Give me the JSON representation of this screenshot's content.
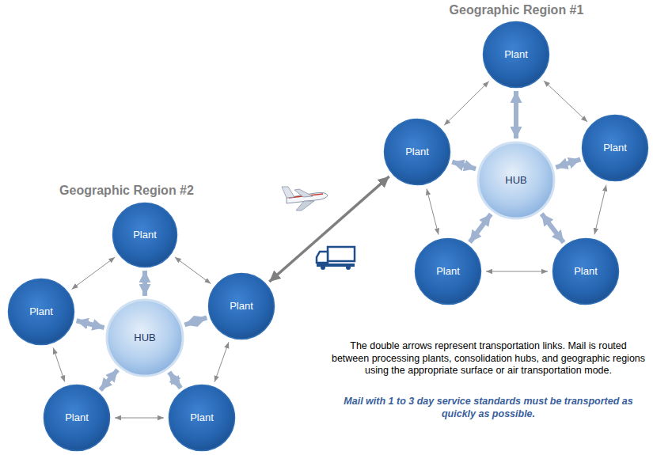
{
  "diagram": {
    "nodes": [
      {
        "text": [
          "Plant"
        ]
      },
      {
        "text": [
          "Plant"
        ]
      },
      {
        "text": [
          "HUB"
        ]
      },
      {
        "text": [
          "Plant"
        ]
      },
      {
        "text": [
          "Plant"
        ]
      },
      {
        "text": [
          "Plant"
        ]
      },
      {
        "text": [
          "Plant"
        ]
      },
      {
        "text": [
          "Plant"
        ]
      },
      {
        "text": [
          "HUB"
        ]
      },
      {
        "text": [
          "Plant"
        ]
      },
      {
        "text": [
          "Plant"
        ]
      },
      {
        "text": [
          "Plant"
        ]
      }
    ],
    "edges": [
      {
        "from": 2,
        "to": 0,
        "arrow": "both"
      },
      {
        "from": 2,
        "to": 1,
        "arrow": "both"
      },
      {
        "from": 2,
        "to": 3,
        "arrow": "both"
      },
      {
        "from": 2,
        "to": 4,
        "arrow": "both"
      },
      {
        "from": 2,
        "to": 5,
        "arrow": "both"
      },
      {
        "from": 1,
        "to": 0,
        "arrow": "both"
      },
      {
        "from": 0,
        "to": 3,
        "arrow": "both"
      },
      {
        "from": 3,
        "to": 5,
        "arrow": "both"
      },
      {
        "from": 4,
        "to": 5,
        "arrow": "both"
      },
      {
        "from": 1,
        "to": 4,
        "arrow": "both"
      },
      {
        "from": 8,
        "to": 6,
        "arrow": "both"
      },
      {
        "from": 8,
        "to": 7,
        "arrow": "both"
      },
      {
        "from": 8,
        "to": 9,
        "arrow": "both"
      },
      {
        "from": 8,
        "to": 10,
        "arrow": "both"
      },
      {
        "from": 8,
        "to": 11,
        "arrow": "both"
      },
      {
        "from": 7,
        "to": 6,
        "arrow": "both"
      },
      {
        "from": 6,
        "to": 9,
        "arrow": "both"
      },
      {
        "from": 9,
        "to": 11,
        "arrow": "both"
      },
      {
        "from": 10,
        "to": 11,
        "arrow": "both"
      },
      {
        "from": 7,
        "to": 10,
        "arrow": "both"
      },
      {
        "from": 9,
        "to": 1,
        "arrow": "both"
      }
    ],
    "labels": [
      "Geographic Region #1",
      "Geographic Region #2",
      "The double arrows represent transportation links. Mail is routed between processing plants, consolidation hubs, and geographic regions using the appropriate surface or air transportation mode.",
      "Mail with 1 to 3 day service standards must be transported as quickly as possible."
    ]
  }
}
